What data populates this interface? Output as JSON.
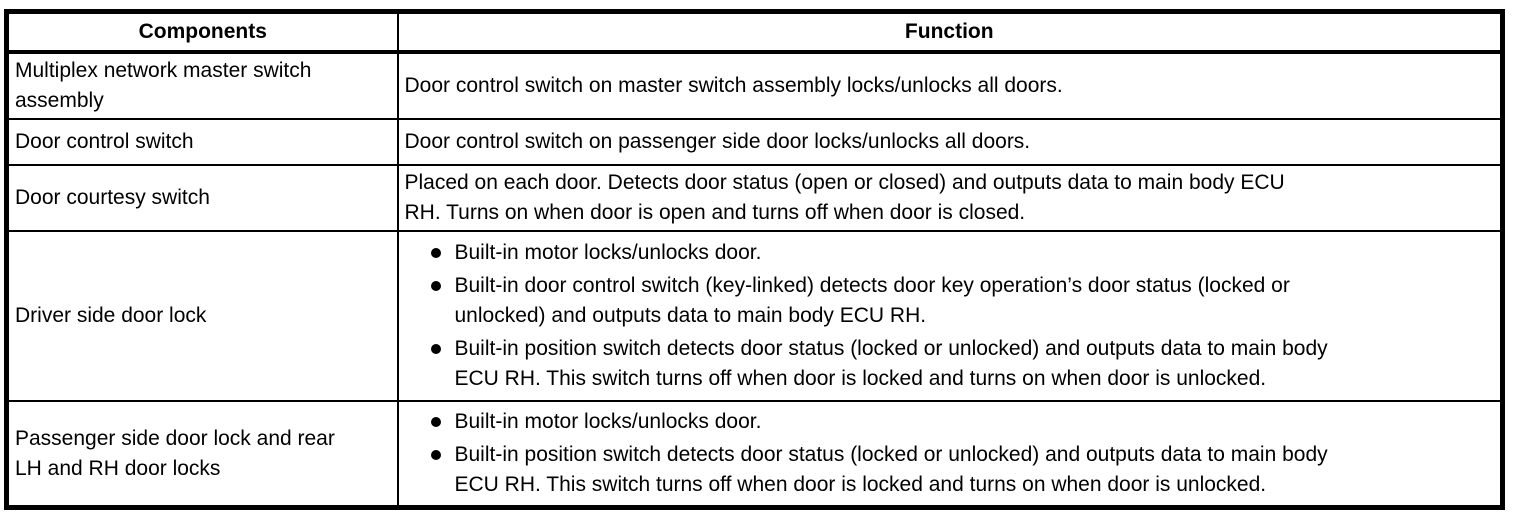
{
  "colors": {
    "border": "#000000",
    "text": "#000000",
    "background": "#ffffff"
  },
  "table": {
    "columns": [
      {
        "label": "Components"
      },
      {
        "label": "Function"
      }
    ],
    "rows": [
      {
        "component": "Multiplex network master switch\nassembly",
        "function_text": "Door control switch on master switch assembly locks/unlocks all doors.",
        "bullets": []
      },
      {
        "component": "Door control switch",
        "function_text": "Door control switch on passenger side door locks/unlocks all doors.",
        "bullets": []
      },
      {
        "component": "Door courtesy switch",
        "function_text": "Placed on each door. Detects door status (open or closed) and outputs data to main body ECU\nRH. Turns on when door is open and turns off when door is closed.",
        "bullets": []
      },
      {
        "component": "Driver side door lock",
        "function_text": "",
        "bullets": [
          "Built-in motor locks/unlocks door.",
          "Built-in door control switch (key-linked) detects door key operation’s door status (locked or\nunlocked) and outputs data to main body ECU RH.",
          "Built-in position switch detects door status (locked or unlocked) and outputs data to main body\nECU RH. This switch turns off when door is locked and turns on when door is unlocked."
        ]
      },
      {
        "component": "Passenger side door lock and rear\nLH and RH door locks",
        "function_text": "",
        "bullets": [
          "Built-in motor locks/unlocks door.",
          "Built-in position switch detects door status (locked or unlocked) and outputs data to main body\nECU RH. This switch turns off when door is locked and turns on when door is unlocked."
        ]
      }
    ]
  }
}
